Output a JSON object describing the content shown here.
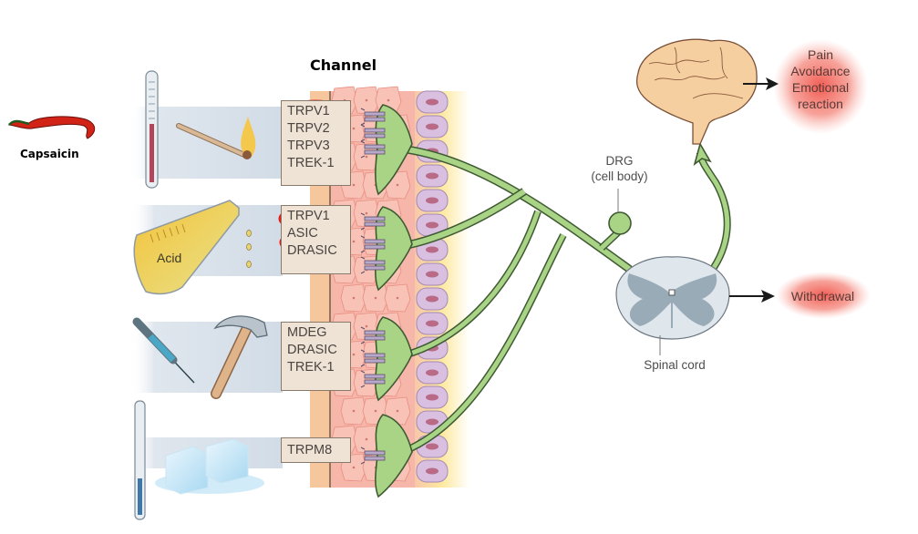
{
  "diagram": {
    "title": "Channel",
    "stimuli": [
      {
        "id": "heat",
        "icons": [
          "thermometer-icon",
          "lit-match-icon"
        ],
        "channels": [
          "TRPV1",
          "TRPV2",
          "TRPV3",
          "TREK-1"
        ],
        "highlighted": [
          "TRPV1"
        ]
      },
      {
        "id": "acid",
        "label": "Acid",
        "icons": [
          "flask-icon"
        ],
        "channels": [
          "TRPV1",
          "ASIC",
          "DRASIC"
        ],
        "highlighted": [
          "TRPV1",
          "ASIC"
        ]
      },
      {
        "id": "mechanical",
        "icons": [
          "syringe-icon",
          "hammer-icon"
        ],
        "channels": [
          "MDEG",
          "DRASIC",
          "TREK-1"
        ],
        "highlighted": []
      },
      {
        "id": "cold",
        "icons": [
          "thermometer-icon",
          "ice-cubes-icon"
        ],
        "channels": [
          "TRPM8"
        ],
        "highlighted": []
      }
    ],
    "capsaicin_label": "Capsaicin",
    "drg_label": [
      "DRG",
      "(cell body)"
    ],
    "spinal_cord_label": "Spinal cord",
    "brain_outputs": [
      "Pain",
      "Avoidance",
      "Emotional",
      "reaction"
    ],
    "spinal_output": "Withdrawal",
    "colors": {
      "highlight_ring": "#e31b1b",
      "neuron_fill": "#a9d486",
      "neuron_stroke": "#3f5a33",
      "channel_box": "#efe3d6",
      "epidermis": "#f6b9ad",
      "basal_cells": "#d9bfe0",
      "output_glow": "#f05a50"
    }
  }
}
